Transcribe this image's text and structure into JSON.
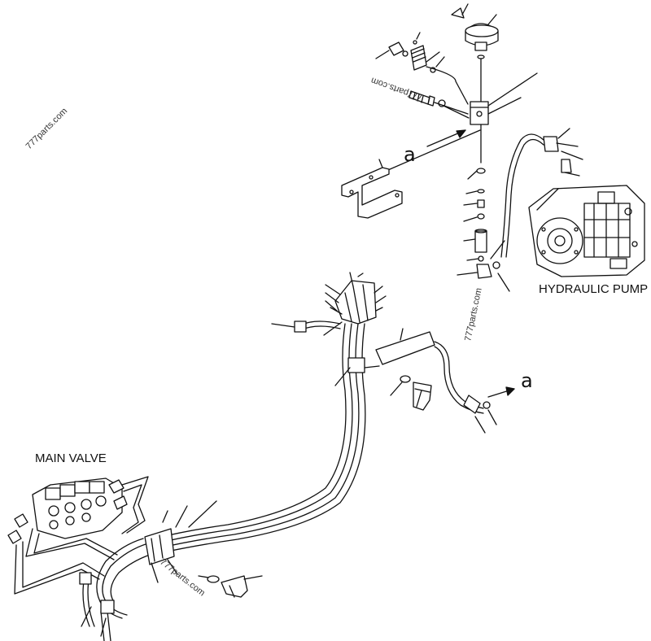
{
  "labels": {
    "main_valve": "MAIN VALVE",
    "hydraulic_pump": "HYDRAULIC PUMP",
    "ref_a_top": "a",
    "ref_a_right": "a"
  },
  "watermarks": {
    "top_left": "777parts.com",
    "top_center": "777parts.com",
    "middle": "777parts.com",
    "bottom": "777parts.com"
  },
  "colors": {
    "line": "#111111",
    "background": "#ffffff"
  }
}
